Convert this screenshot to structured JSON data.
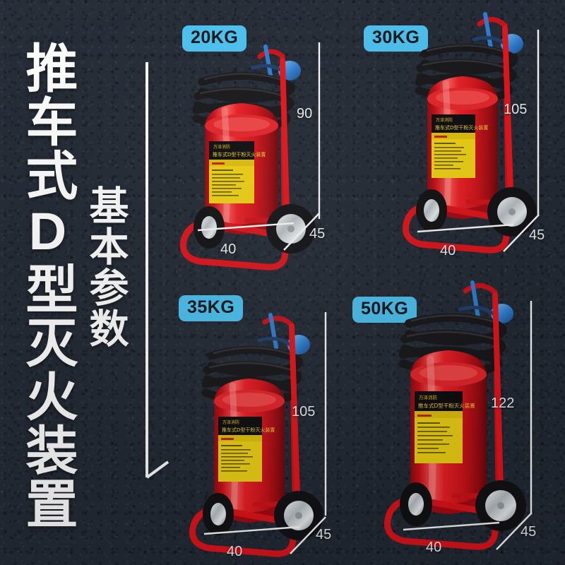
{
  "page": {
    "background_color": "#232a35",
    "accent_badge_color": "#4cc3f2",
    "product_color": "#e3131b",
    "dimension_line_color": "#ffffff"
  },
  "headline": {
    "main": "推车式D型灭火装置",
    "sub": "基本参数"
  },
  "units": {
    "length": "cm"
  },
  "products": [
    {
      "id": "p20",
      "badge": "20KG",
      "height": "90",
      "width": "40",
      "depth": "45",
      "label_brand": "万泽消防",
      "label_title": "推车式D型干粉灭火装置"
    },
    {
      "id": "p30",
      "badge": "30KG",
      "height": "105",
      "width": "40",
      "depth": "45",
      "label_brand": "万泽消防",
      "label_title": "推车式D型干粉灭火装置"
    },
    {
      "id": "p35",
      "badge": "35KG",
      "height": "105",
      "width": "40",
      "depth": "45",
      "label_brand": "万泽消防",
      "label_title": "推车式D型干粉灭火装置"
    },
    {
      "id": "p50",
      "badge": "50KG",
      "height": "122",
      "width": "40",
      "depth": "45",
      "label_brand": "万泽消防",
      "label_title": "推车式D型干粉灭火装置"
    }
  ]
}
